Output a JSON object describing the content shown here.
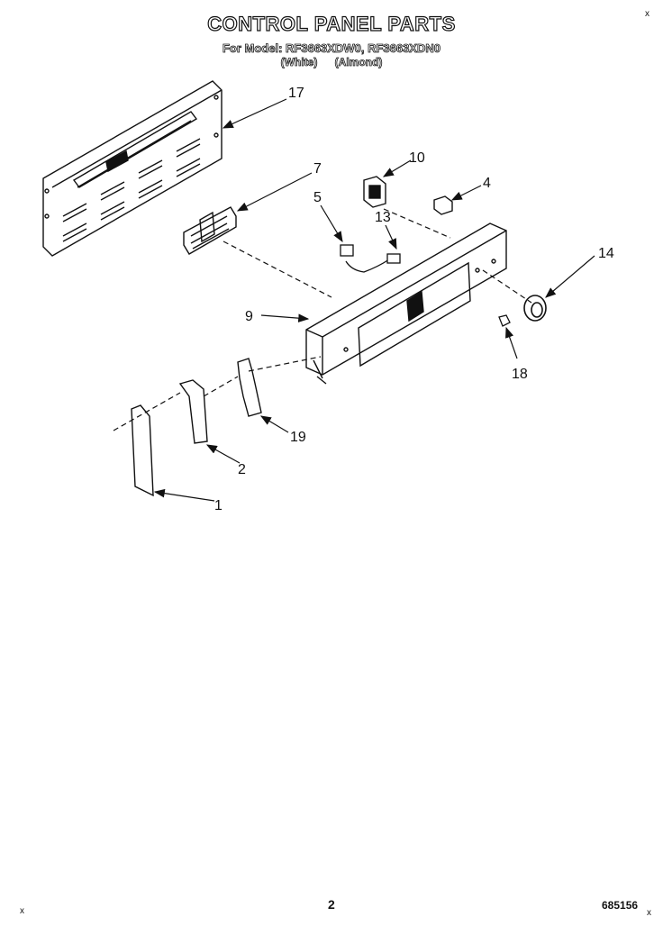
{
  "header": {
    "title": "CONTROL PANEL PARTS",
    "model_line": "For Model: RF3663XDW0, RF3663XDN0",
    "variant_white": "(White)",
    "variant_almond": "(Almond)"
  },
  "callouts": {
    "c17": "17",
    "c7": "7",
    "c10": "10",
    "c5": "5",
    "c4": "4",
    "c13": "13",
    "c14": "14",
    "c9": "9",
    "c18": "18",
    "c19": "19",
    "c2": "2",
    "c1": "1"
  },
  "footer": {
    "page_number": "2",
    "doc_code": "685156"
  },
  "corner_marks": {
    "top_right": "x",
    "bottom_left": "x",
    "bottom_right": "x"
  }
}
